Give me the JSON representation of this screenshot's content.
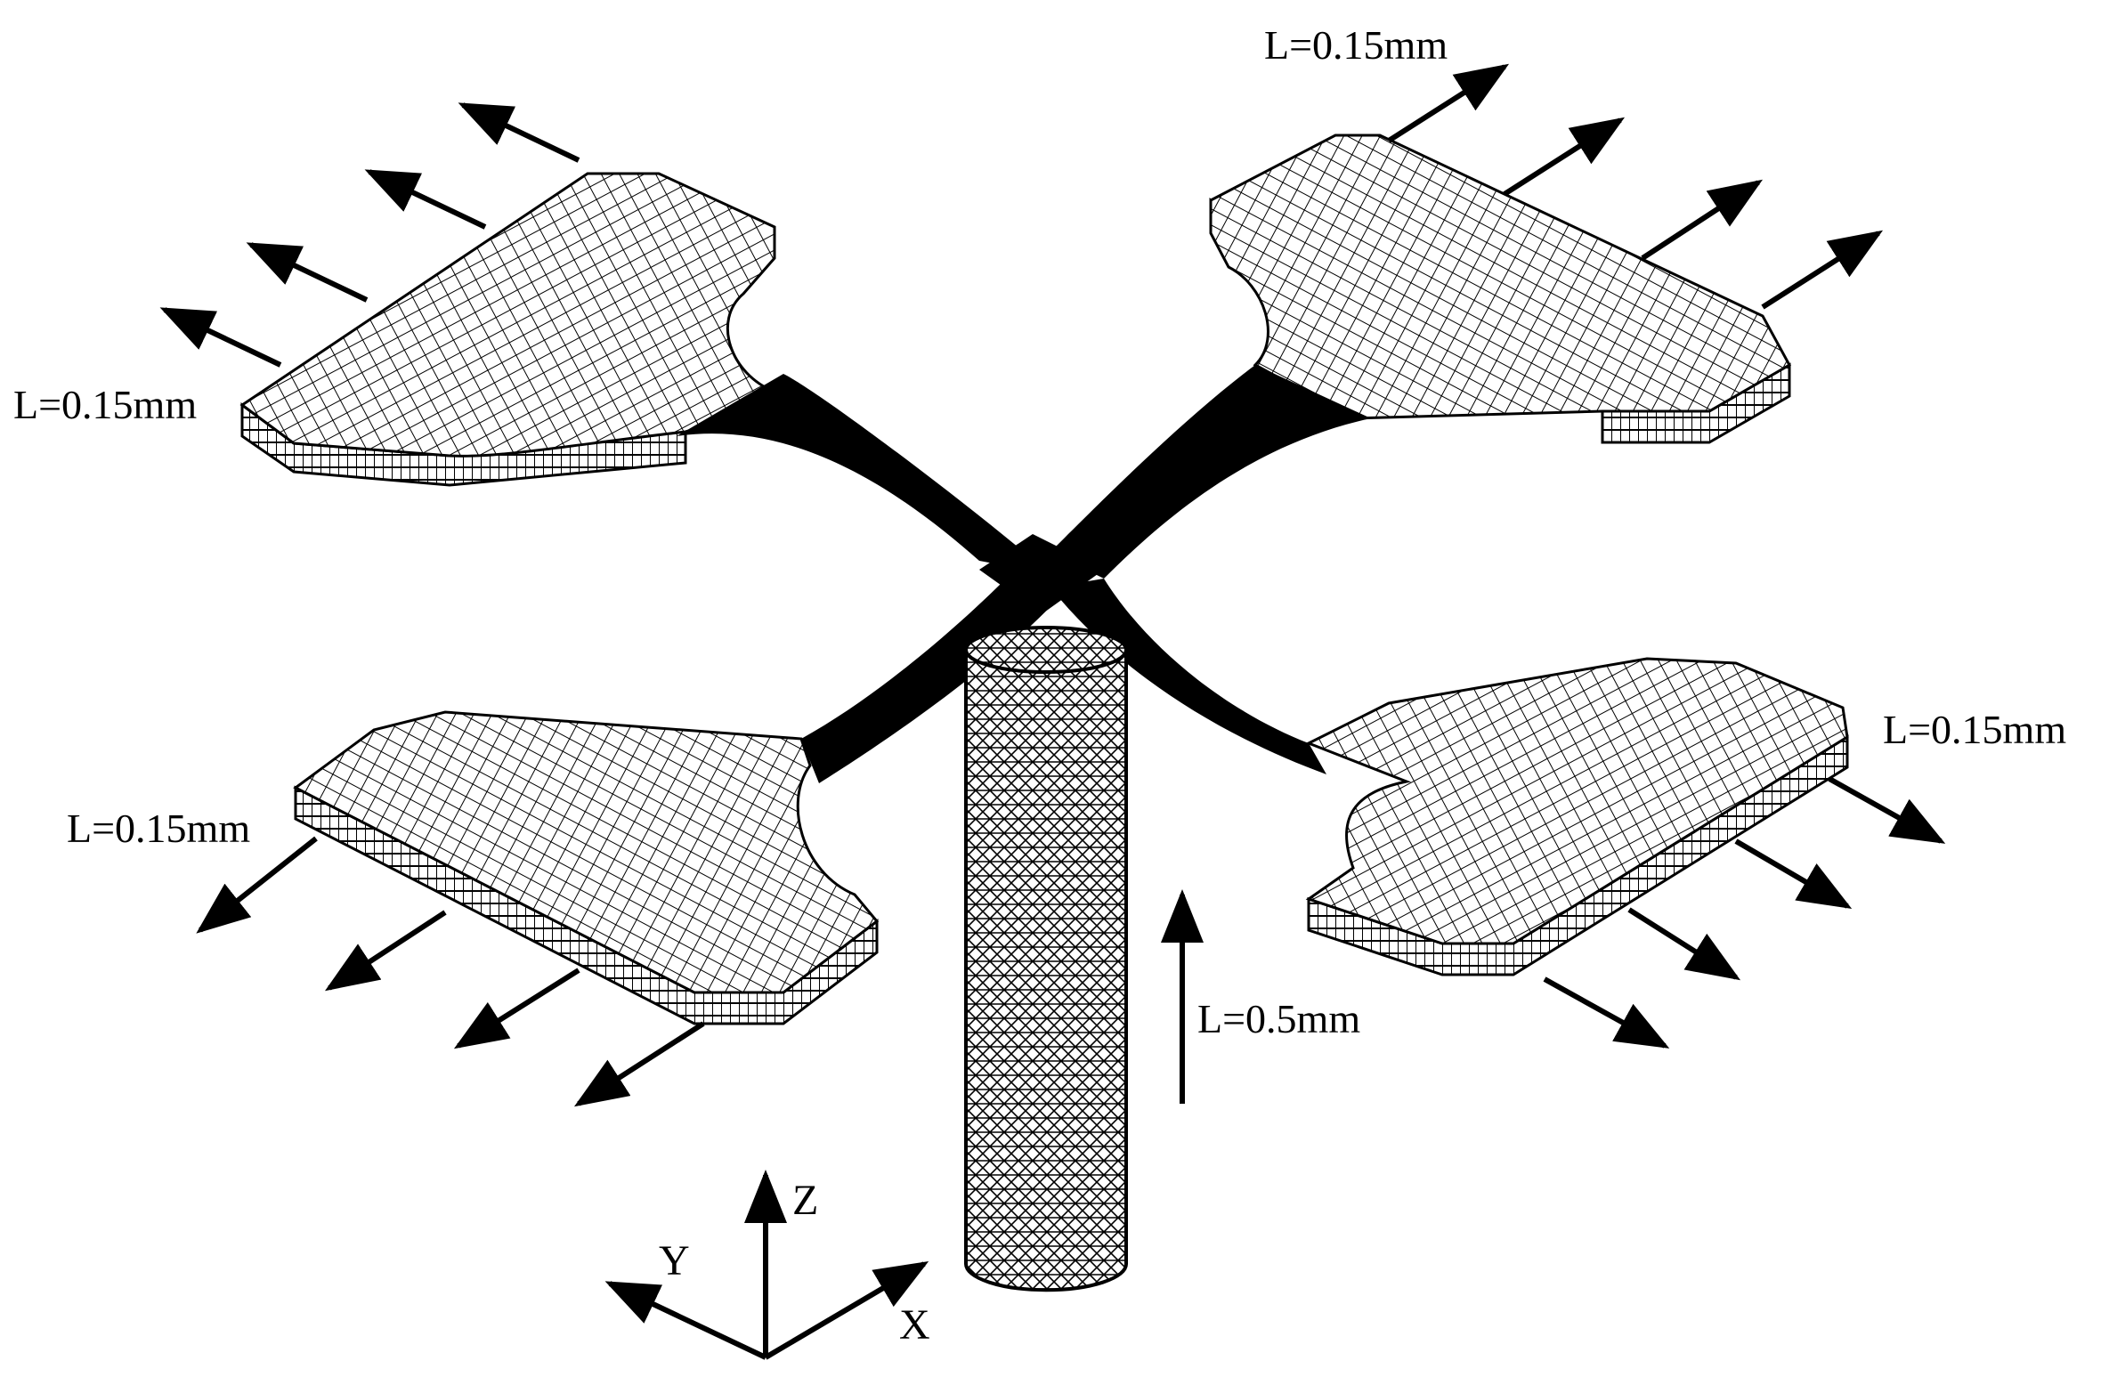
{
  "labels": {
    "tl": "L=0.15mm",
    "tr": "L=0.15mm",
    "bl": "L=0.15mm",
    "br": "L=0.15mm",
    "shaft": "L=0.5mm"
  },
  "axes": {
    "x": "X",
    "y": "Y",
    "z": "Z"
  },
  "colors": {
    "ink": "#000000",
    "background": "#ffffff"
  }
}
